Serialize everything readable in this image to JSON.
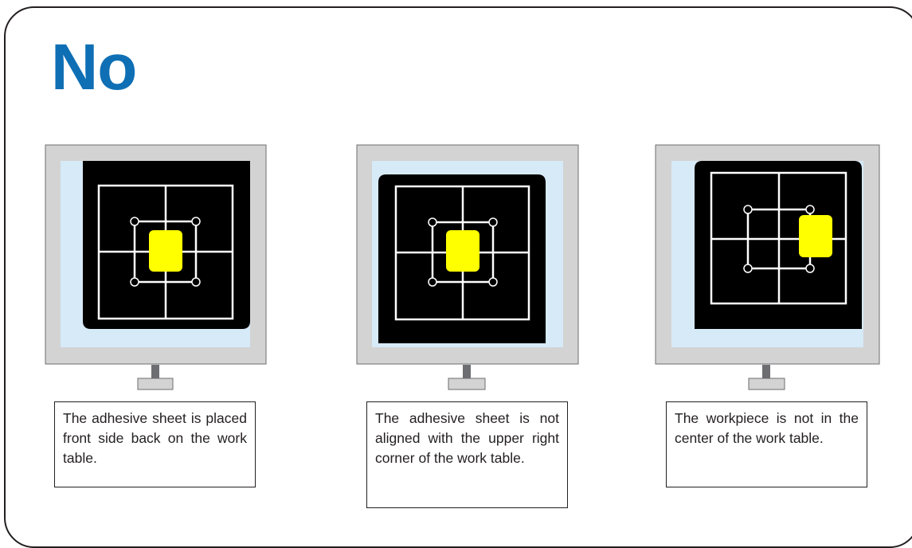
{
  "title": "No",
  "panels": [
    {
      "caption": "The adhesive sheet is placed front side back on the work table."
    },
    {
      "caption": "The adhesive sheet is not aligned with the upper right corner of the work table."
    },
    {
      "caption": "The workpiece is not in the center of the work table."
    }
  ],
  "colors": {
    "heading": "#0f6fb5",
    "monitor_bezel": "#d3d3d3",
    "work_table": "#d6eaf8",
    "adhesive_sheet": "#000000",
    "grid_lines": "#ffffff",
    "workpiece": "#ffff00",
    "monitor_stand": "#6d6e71"
  },
  "icons": [
    "monitor-icon",
    "alignment-grid-icon",
    "workpiece-icon",
    "corner-marker-icon"
  ]
}
